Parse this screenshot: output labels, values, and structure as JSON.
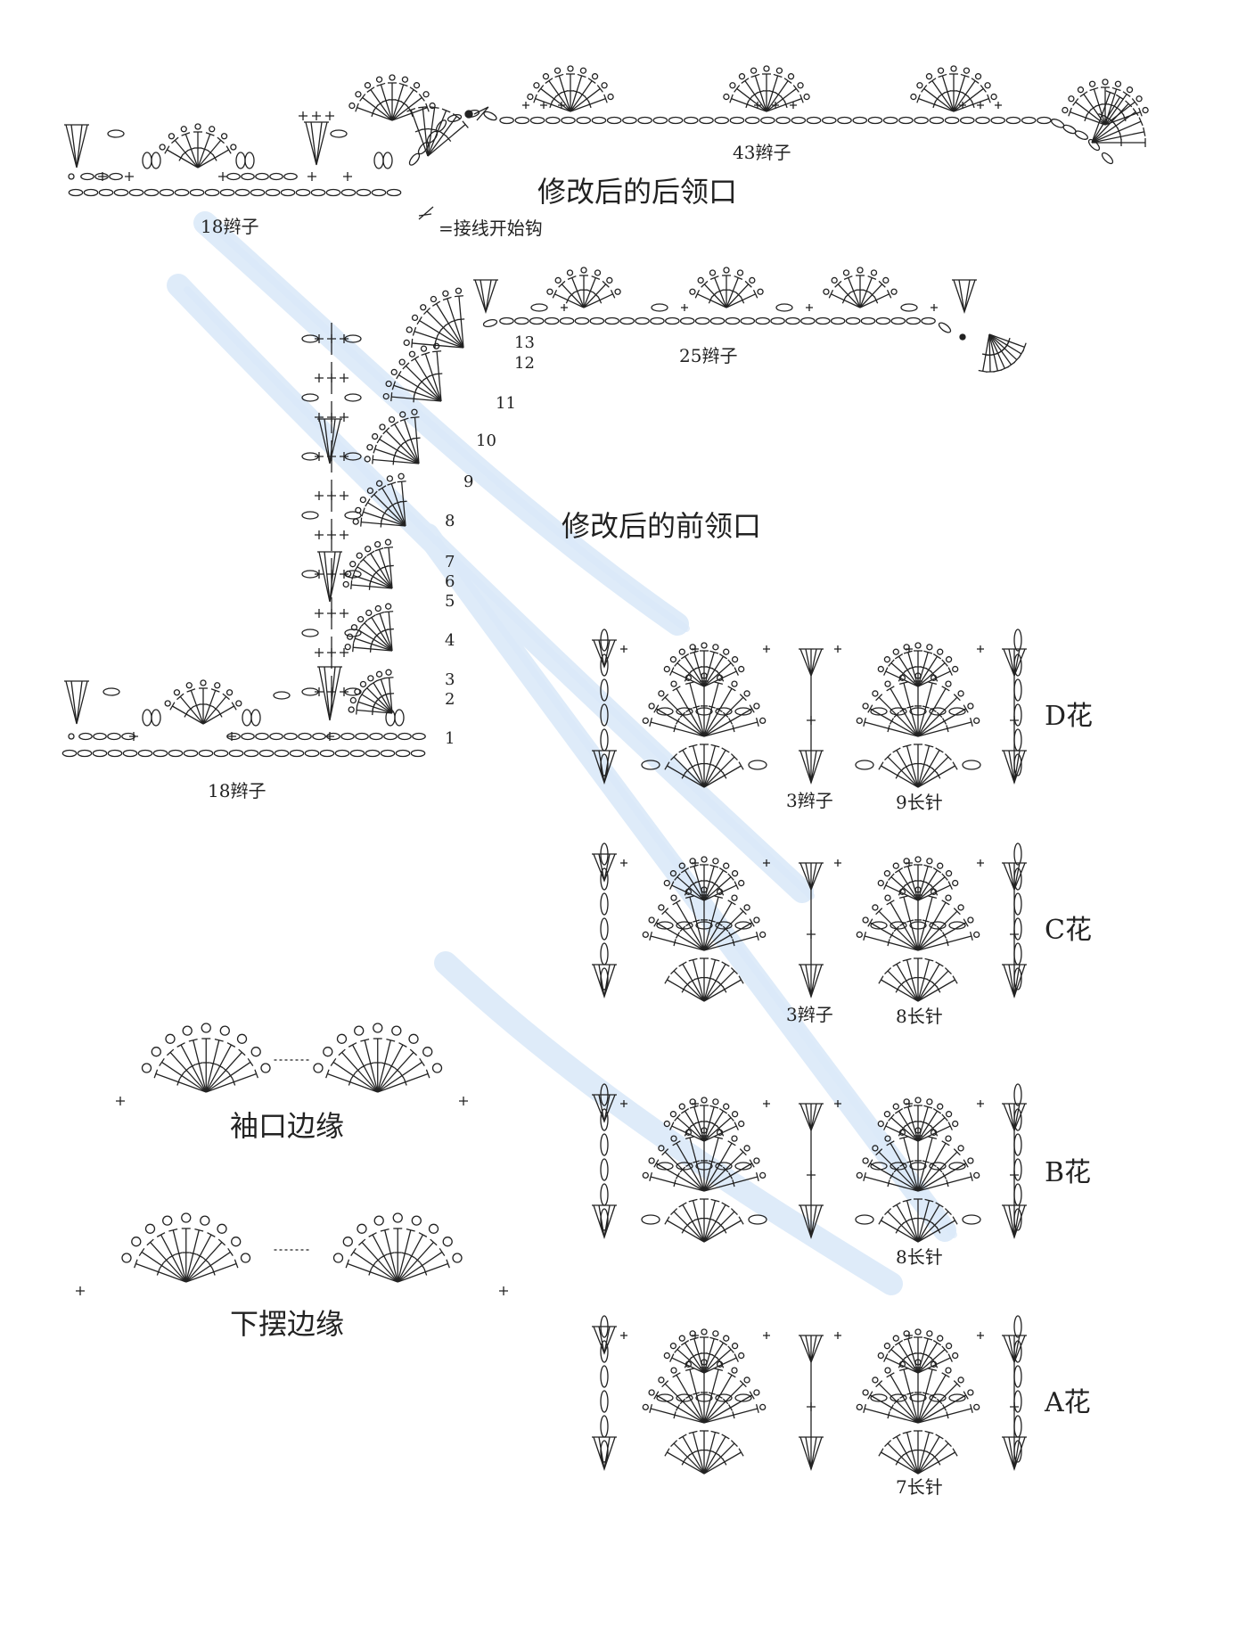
{
  "titles": {
    "back_neck": "修改后的后领口",
    "front_neck": "修改后的前领口",
    "cuff_edge": "袖口边缘",
    "hem_edge": "下摆边缘"
  },
  "back_neck": {
    "chain_left": "18辫子",
    "chain_right": "43辫子",
    "join_note": "=接线开始钩"
  },
  "front_neck": {
    "chain_bottom": "18辫子",
    "chain_top": "25辫子",
    "row_numbers": [
      "1",
      "2",
      "3",
      "4",
      "5",
      "6",
      "7",
      "8",
      "9",
      "10",
      "11",
      "12",
      "13"
    ]
  },
  "flowers": {
    "D": {
      "name": "D花",
      "note1": "3辫子",
      "note2": "9长针"
    },
    "C": {
      "name": "C花",
      "note1": "3辫子",
      "note2": "8长针"
    },
    "B": {
      "name": "B花",
      "note2": "8长针"
    },
    "A": {
      "name": "A花",
      "note2": "7长针"
    }
  },
  "colors": {
    "ink": "#222222",
    "watermark": "#9fc3ea"
  }
}
